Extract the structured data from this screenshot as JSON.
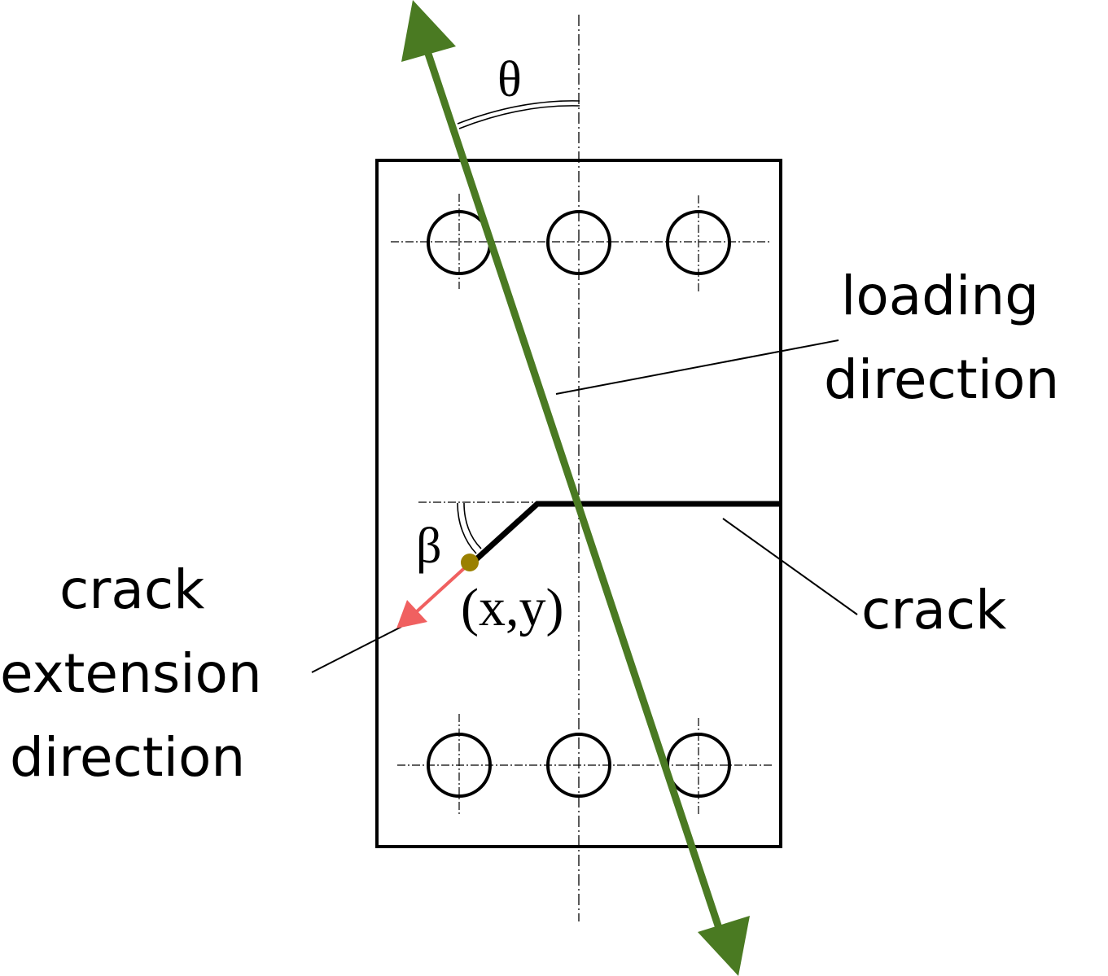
{
  "labels": {
    "theta": "θ",
    "beta": "β",
    "point": "(x,y)",
    "loading_line1": "loading",
    "loading_line2": "direction",
    "crack": "crack",
    "crack_ext_line1": "crack",
    "crack_ext_line2": "extension",
    "crack_ext_line3": "direction"
  },
  "colors": {
    "load_arrow": "#4a7a22",
    "crack_extension_arrow": "#f06060",
    "crack_tip_point": "#9a8000",
    "lines": "#000000"
  }
}
